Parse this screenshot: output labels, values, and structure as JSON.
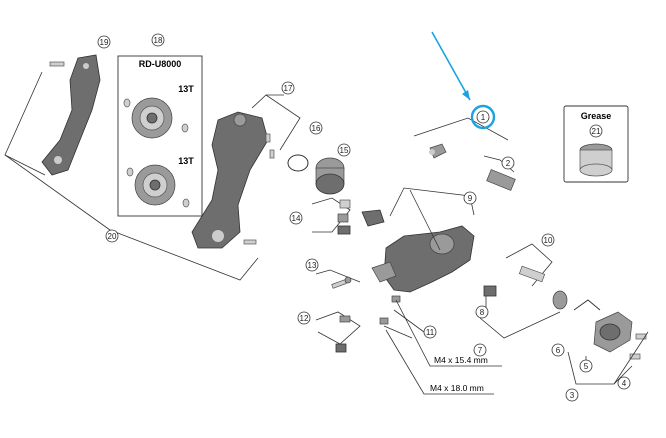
{
  "model_label": "RD-U8000",
  "cog_labels": [
    "13T",
    "13T"
  ],
  "grease_box": {
    "title": "Grease",
    "number": "21"
  },
  "highlight": {
    "number": "1",
    "color": "#1aa3e0"
  },
  "dimensions": [
    "M4 x 15.4 mm",
    "M4 x 18.0 mm"
  ],
  "callouts": [
    "1",
    "2",
    "3",
    "4",
    "5",
    "6",
    "7",
    "8",
    "9",
    "10",
    "11",
    "12",
    "13",
    "14",
    "15",
    "16",
    "17",
    "18",
    "19",
    "20",
    "21"
  ]
}
